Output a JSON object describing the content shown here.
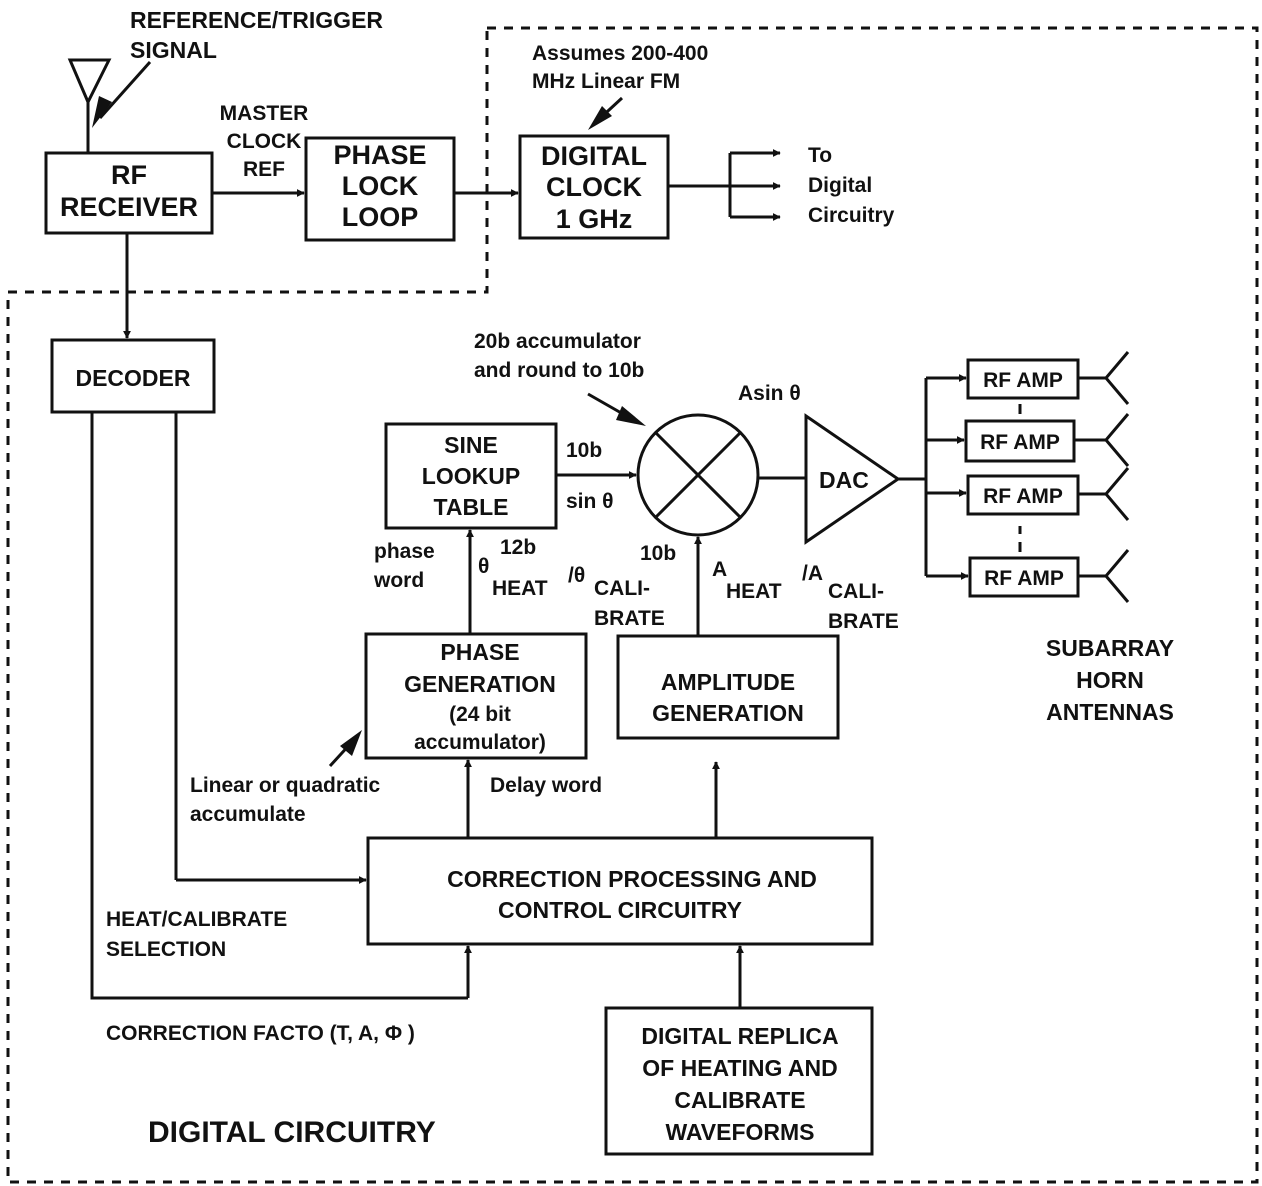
{
  "labels": {
    "ref_trigger_1": "REFERENCE/TRIGGER",
    "ref_trigger_2": "SIGNAL",
    "master_1": "MASTER",
    "master_2": "CLOCK",
    "master_3": "REF",
    "assumes_1": "Assumes 200-400",
    "assumes_2": "MHz Linear FM",
    "to_digital_1": "To",
    "to_digital_2": "Digital",
    "to_digital_3": "Circuitry",
    "accum_1": "20b accumulator",
    "accum_2": "and round to 10b",
    "asin": "Asin θ",
    "sine_10b": "10b",
    "sin_theta": "sin θ",
    "phase_word_1": "phase",
    "phase_word_2": "word",
    "b12": "12b",
    "theta_heat_sym": "θ",
    "theta_heat": "HEAT",
    "theta_cal_sym": "/θ",
    "theta_cal_1": "CALI-",
    "theta_cal_2": "BRATE",
    "amp_10b": "10b",
    "a_heat_sym": "A",
    "a_heat": "HEAT",
    "a_cal_sym": "/A",
    "a_cal_1": "CALI-",
    "a_cal_2": "BRATE",
    "subarray_1": "SUBARRAY",
    "subarray_2": "HORN",
    "subarray_3": "ANTENNAS",
    "linear_1": "Linear or quadratic",
    "linear_2": "accumulate",
    "delay_word": "Delay word",
    "heat_sel_1": "HEAT/CALIBRATE",
    "heat_sel_2": "SELECTION",
    "correction_factor": "CORRECTION FACTO   (T, A, Φ )",
    "digital_circuitry": "DIGITAL CIRCUITRY"
  },
  "blocks": {
    "rf_receiver": [
      "RF",
      "RECEIVER"
    ],
    "pll": [
      "PHASE",
      "LOCK",
      "LOOP"
    ],
    "digital_clock": [
      "DIGITAL",
      "CLOCK",
      "1 GHz"
    ],
    "decoder": [
      "DECODER"
    ],
    "sine_lut": [
      "SINE",
      "LOOKUP",
      "TABLE"
    ],
    "dac": "DAC",
    "rf_amp": "RF AMP",
    "phase_gen": [
      "PHASE",
      "GENERATION",
      "(24 bit",
      "accumulator)"
    ],
    "amp_gen": [
      "AMPLITUDE",
      "GENERATION"
    ],
    "correction": [
      "CORRECTION PROCESSING AND",
      "CONTROL CIRCUITRY"
    ],
    "replica": [
      "DIGITAL REPLICA",
      "OF HEATING AND",
      "CALIBRATE",
      "WAVEFORMS"
    ]
  }
}
